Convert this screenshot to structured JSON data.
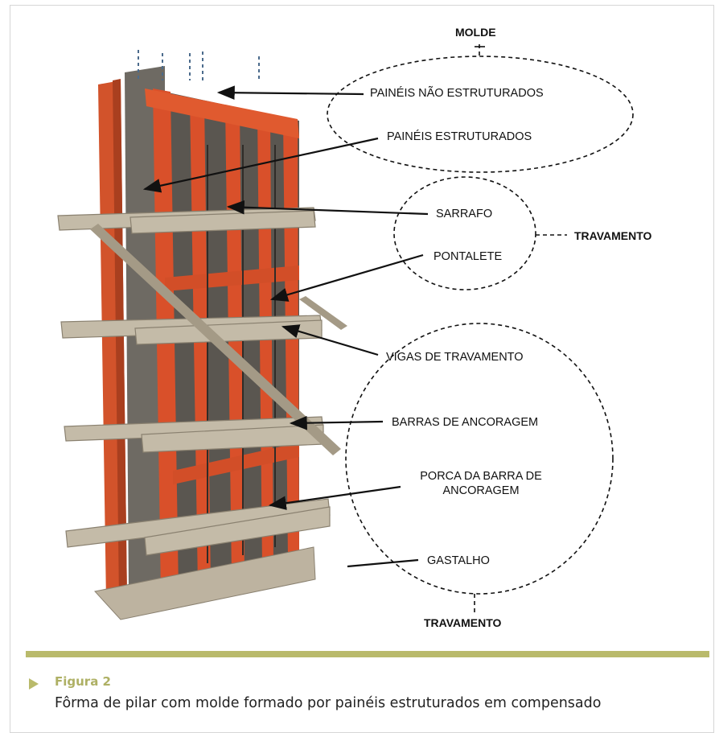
{
  "labels": {
    "molde": "MOLDE",
    "paineis_nao_estruturados": "PAINÉIS  NÃO ESTRUTURADOS",
    "paineis_estruturados": "PAINÉIS ESTRUTURADOS",
    "sarrafo": "SARRAFO",
    "pontalete": "PONTALETE",
    "travamento_right": "TRAVAMENTO",
    "vigas_de_travamento": "VIGAS DE TRAVAMENTO",
    "barras_de_ancoragem": "BARRAS DE ANCORAGEM",
    "porca_line1": "PORCA DA BARRA DE",
    "porca_line2": "ANCORAGEM",
    "gastalho": "GASTALHO",
    "travamento_bottom": "TRAVAMENTO"
  },
  "caption": {
    "title": "Figura 2",
    "text": "Fôrma de pilar com molde formado por painéis estruturados em compensado"
  },
  "colors": {
    "accent": "#b9ba6b",
    "caption_title": "#aeb064",
    "panel_orange": "#d9502a",
    "wood": "#b8ad98"
  }
}
